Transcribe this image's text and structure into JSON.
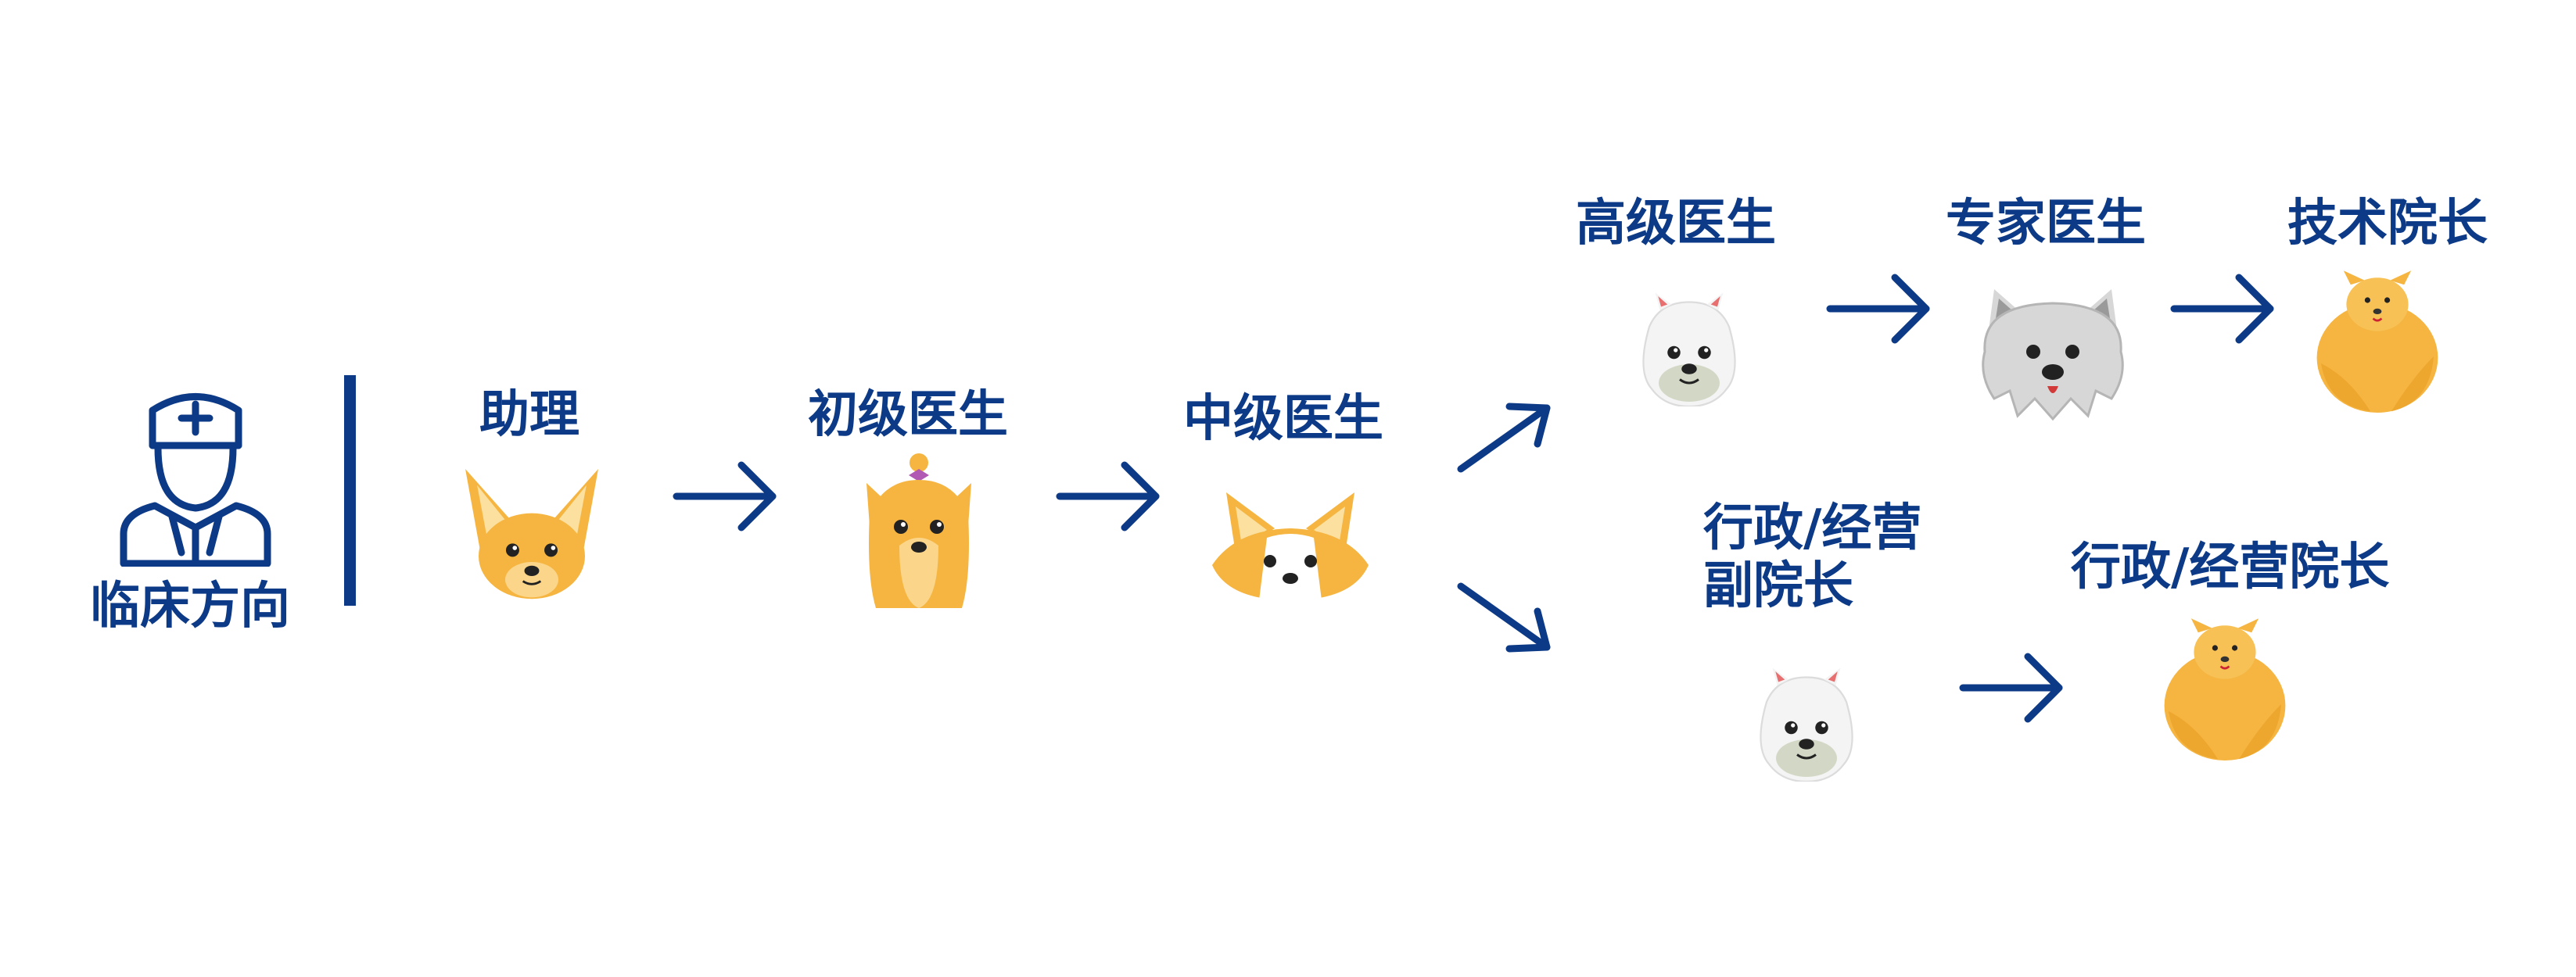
{
  "colors": {
    "primary": "#0d3a86",
    "background": "#ffffff"
  },
  "header": {
    "title": "临床方向"
  },
  "stages": {
    "assistant": "助理",
    "junior_doctor": "初级医生",
    "intermediate_doctor": "中级医生",
    "senior_doctor": "高级医生",
    "expert_doctor": "专家医生",
    "technical_director": "技术院长",
    "admin_vice_director": "行政/经营\n副院长",
    "admin_director": "行政/经营院长"
  },
  "icons": {
    "doctor": "doctor-icon",
    "assistant": "chihuahua-icon",
    "junior_doctor": "yorkie-icon",
    "intermediate_doctor": "corgi-icon",
    "senior_doctor": "samoyed-icon",
    "expert_doctor": "westie-icon",
    "technical_director": "pomeranian-icon",
    "admin_vice_director": "samoyed-icon",
    "admin_director": "pomeranian-icon"
  }
}
